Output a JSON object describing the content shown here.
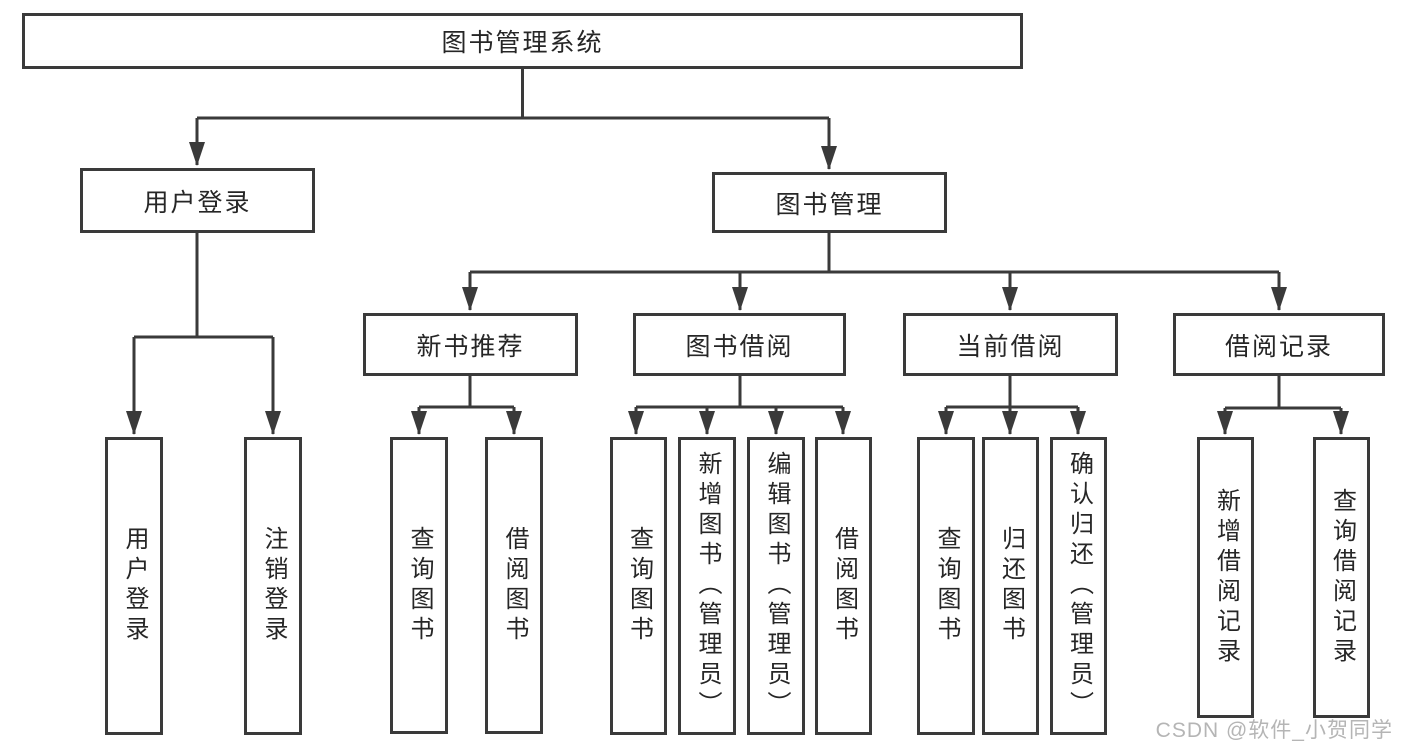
{
  "diagram": {
    "root": "图书管理系统",
    "level2": {
      "user_login": "用户登录",
      "book_mgmt": "图书管理"
    },
    "level3": {
      "new_books": "新书推荐",
      "book_borrow": "图书借阅",
      "current_borrow": "当前借阅",
      "records": "借阅记录"
    },
    "leaves": {
      "user_login": [
        "用户登录",
        "注销登录"
      ],
      "new_books": [
        "查询图书",
        "借阅图书"
      ],
      "book_borrow": [
        "查询图书",
        "新增图书（管理员）",
        "编辑图书（管理员）",
        "借阅图书"
      ],
      "current_borrow": [
        "查询图书",
        "归还图书",
        "确认归还（管理员）"
      ],
      "records": [
        "新增借阅记录",
        "查询借阅记录"
      ]
    }
  },
  "watermark": "CSDN @软件_小贺同学",
  "colors": {
    "line": "#3a3a3a",
    "box_border": "#3a3a3a",
    "text": "#262626",
    "watermark": "#b5b5b5",
    "background": "#ffffff"
  }
}
